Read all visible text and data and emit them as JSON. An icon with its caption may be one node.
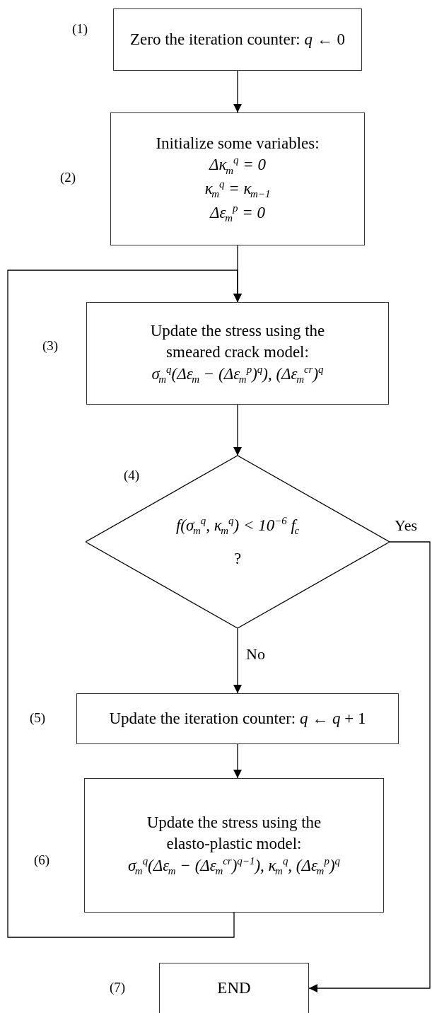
{
  "diagram": {
    "nodes": [
      {
        "text": [
          "Zero the iteration counter: *q* ← 0"
        ],
        "beside": [
          "(1)"
        ]
      },
      {
        "text": [
          "Initialize some variables:",
          "Δκ$_{m}$$^{q}$ = 0",
          "κ$_{m}$$^{q}$ = κ$_{m−1}$",
          "Δε$_{m}$$^{p}$ = 0"
        ],
        "beside": [
          "(2)"
        ]
      },
      {
        "text": [
          "Update the stress using the smeared crack model:",
          "σ$_{m}$$^{q}$(Δε$_{m}$ − (Δε$_{m}$$^{p}$)$^{q}$), (Δε$_{m}$$^{cr}$)$^{q}$"
        ],
        "beside": [
          "(3)"
        ]
      },
      {
        "text": [
          "f(σ$_{m}$$^{q}$, κ$_{m}$$^{q}$) < 10$^{−6}$ f$_{c}$",
          "?"
        ],
        "beside": [
          "(4)"
        ]
      },
      {
        "text": [
          "Update the iteration counter: *q* ← *q* + 1"
        ],
        "beside": [
          "(5)"
        ]
      },
      {
        "text": [
          "Update the stress using the elasto-plastic model:",
          "σ$_{m}$$^{q}$(Δε$_{m}$ − (Δε$_{m}$$^{cr}$)$^{q−1}$), κ$_{m}$$^{q}$, (Δε$_{m}$$^{p}$)$^{q}$"
        ],
        "beside": [
          "(6)"
        ]
      },
      {
        "text": [
          "END"
        ],
        "beside": [
          "(7)"
        ]
      }
    ],
    "edges": [
      {
        "from": 0,
        "to": 1,
        "arrow": "to"
      },
      {
        "from": 1,
        "to": 2,
        "arrow": "to"
      },
      {
        "from": 2,
        "to": 3,
        "arrow": "to"
      },
      {
        "from": 3,
        "to": 6,
        "arrow": "to",
        "label": "Yes"
      },
      {
        "from": 3,
        "to": 4,
        "arrow": "to",
        "label": "No"
      },
      {
        "from": 4,
        "to": 5,
        "arrow": "to"
      },
      {
        "from": 5,
        "to": 2,
        "arrow": "to"
      }
    ]
  }
}
